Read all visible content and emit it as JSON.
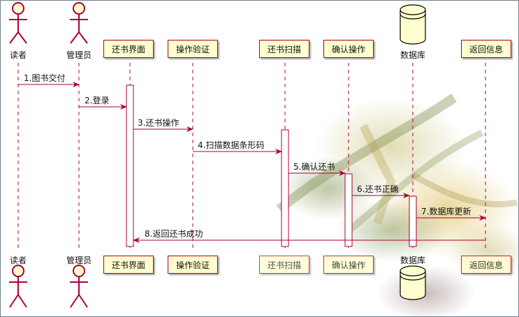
{
  "participants": {
    "reader": "读者",
    "admin": "管理员",
    "return_ui": "还书界面",
    "op_verify": "操作验证",
    "return_scan": "还书扫描",
    "confirm_op": "确认操作",
    "database": "数据库",
    "return_info": "返回信息"
  },
  "messages": [
    "1.图书交付",
    "2.登录",
    "3.还书操作",
    "4.扫描数据条形码",
    "5.确认还书",
    "6.还书正确",
    "7.数据库更新",
    "8.返回还书成功"
  ],
  "colors": {
    "border": "#a80036",
    "box_fill": "#fefece",
    "activation_fill": "#ffffff",
    "line": "#a80036"
  }
}
